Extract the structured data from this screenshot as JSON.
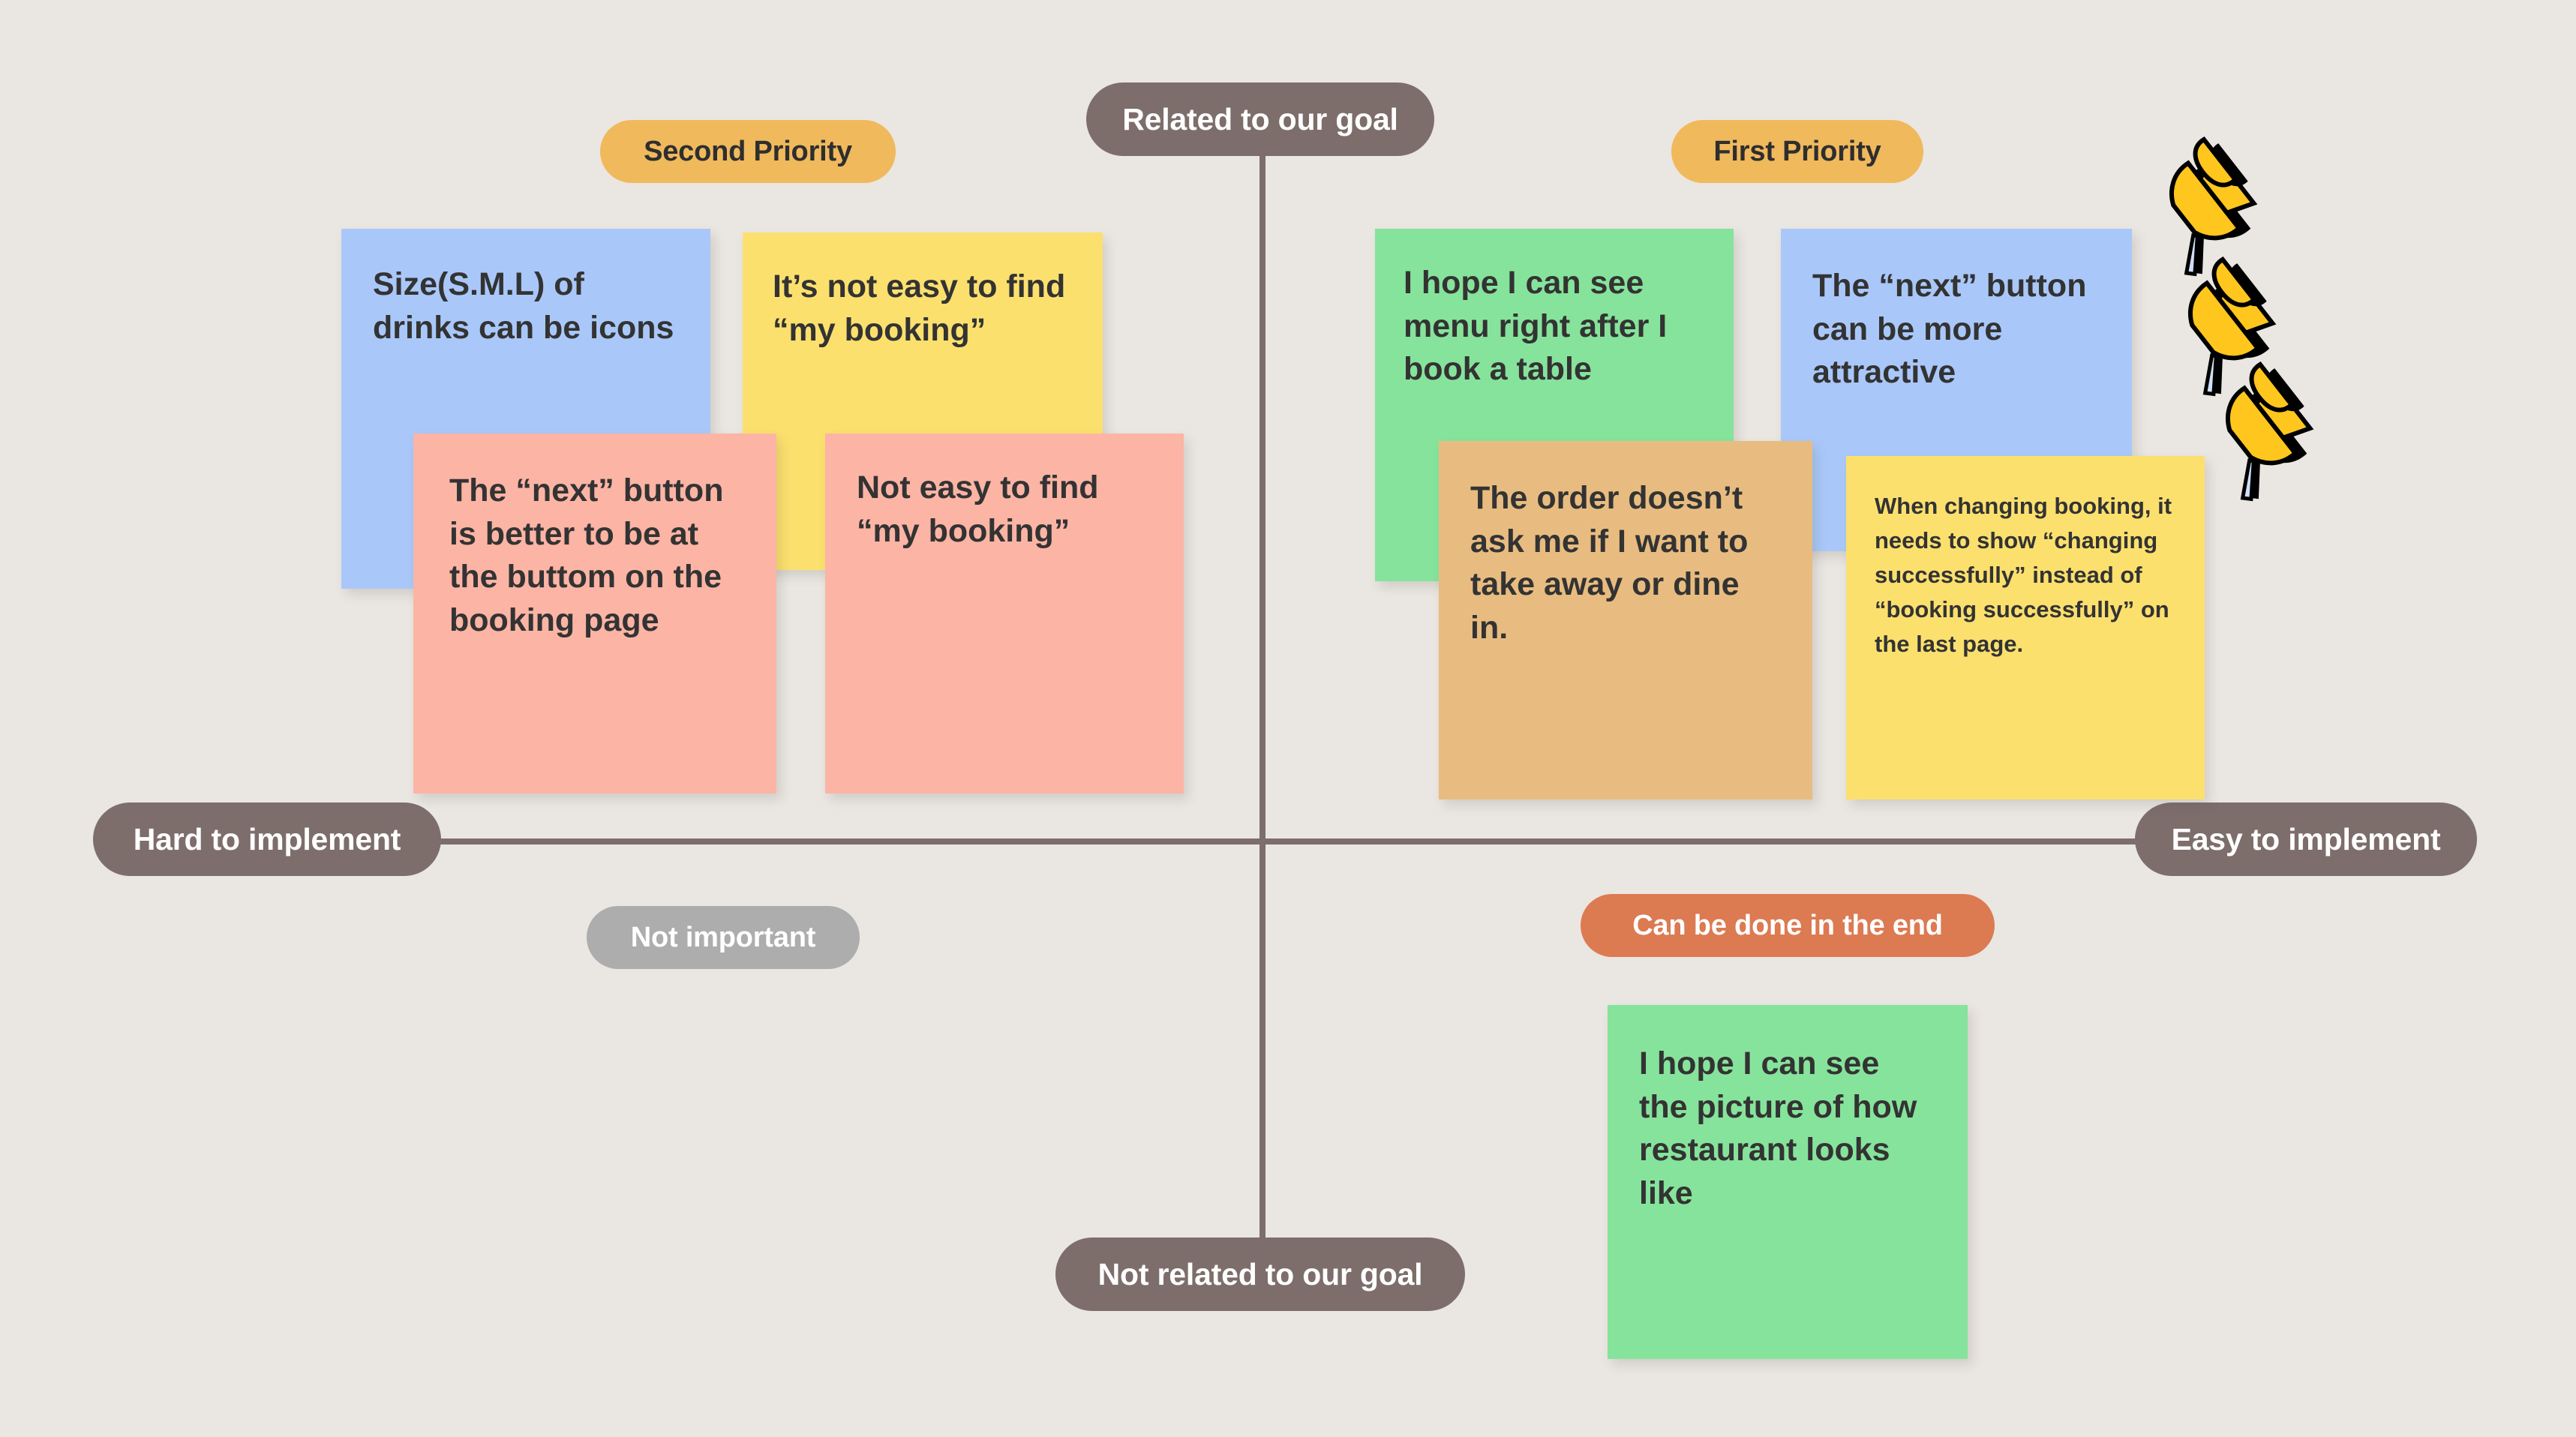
{
  "board": {
    "background_color": "#EAE6E1",
    "axis_color": "#7D6E6B"
  },
  "axes": {
    "vertical": {
      "top_label": "Related to our goal",
      "bottom_label": "Not related to our goal"
    },
    "horizontal": {
      "left_label": "Hard to implement",
      "right_label": "Easy to implement"
    }
  },
  "quadrant_labels": [
    {
      "id": "second-priority",
      "text": "Second Priority",
      "color": "#F0B95C",
      "text_color": "#2E2E2E"
    },
    {
      "id": "first-priority",
      "text": "First Priority",
      "color": "#F0B95C",
      "text_color": "#2E2E2E"
    },
    {
      "id": "not-important",
      "text": "Not important",
      "color": "#ADADAD",
      "text_color": "#FFFFFF"
    },
    {
      "id": "can-be-done-in-the-end",
      "text": "Can be done in the end",
      "color": "#DC7A52",
      "text_color": "#FFFFFF"
    }
  ],
  "notes": {
    "size_icons": {
      "text": "Size(S.M.L) of drinks can be icons",
      "color": "#A9C8F9"
    },
    "not_find_1": {
      "text": "It’s not easy to find “my booking”",
      "color": "#FCE06E"
    },
    "next_button": {
      "text": "The “next” button is better to be at the buttom on the booking page",
      "color": "#FCB4A5"
    },
    "not_find_2": {
      "text": "Not easy to find “my booking”",
      "color": "#FCB4A5"
    },
    "menu_after_book": {
      "text": "I hope I can see menu right after I book a table",
      "color": "#86E39B"
    },
    "order_takeaway": {
      "text": "The order doesn’t ask me if I want to take away or dine in.",
      "color": "#E8BC80"
    },
    "next_attractive": {
      "text": "The “next” button can be more attractive",
      "color": "#A9C8F9"
    },
    "changing_booking": {
      "text": "When changing booking, it needs to show “changing successfully” instead of “booking successfully” on the last page.",
      "color": "#FCE06E"
    },
    "restaurant_picture": {
      "text": "I hope I can see the picture of how restaurant looks like",
      "color": "#86E39B"
    }
  },
  "decorations": {
    "pushpin_count": 3,
    "pushpin_color": "#FFC61E"
  }
}
